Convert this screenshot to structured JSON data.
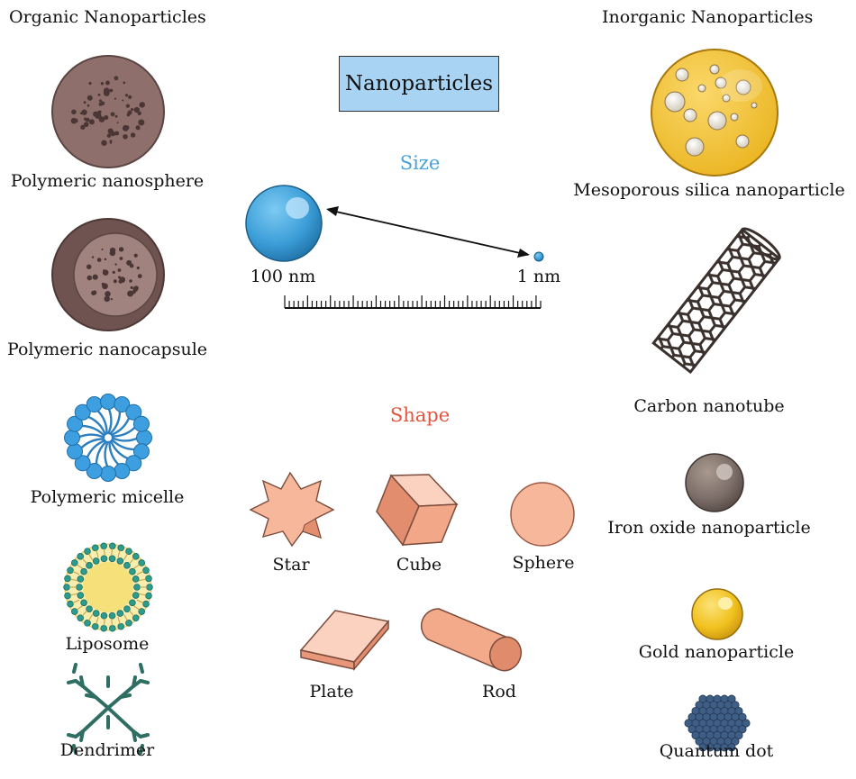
{
  "header": {
    "organic": "Organic Nanoparticles",
    "inorganic": "Inorganic Nanoparticles",
    "title": "Nanoparticles"
  },
  "size": {
    "heading": "Size",
    "large_label": "100 nm",
    "small_label": "1 nm"
  },
  "shape": {
    "heading": "Shape",
    "items": [
      "Star",
      "Cube",
      "Sphere",
      "Plate",
      "Rod"
    ]
  },
  "organic_items": [
    "Polymeric nanosphere",
    "Polymeric nanocapsule",
    "Polymeric micelle",
    "Liposome",
    "Dendrimer"
  ],
  "inorganic_items": [
    "Mesoporous silica nanoparticle",
    "Carbon nanotube",
    "Iron oxide nanoparticle",
    "Gold nanoparticle",
    "Quantum dot"
  ],
  "colors": {
    "size_heading": "#4aa3d8",
    "shape_heading": "#e2553f",
    "title_fill": "#a9d3f3",
    "polymer": "#8f6f6c",
    "micelle": "#3d9fe0",
    "liposome_core": "#f6e07a",
    "liposome_head": "#2b9c8e",
    "dendrimer": "#2e6e63",
    "silica": "#f3c22c",
    "iron_oxide": "#7d6f69",
    "gold": "#f1c21f",
    "quantum_dot": "#3f5e86",
    "shape_fill": "#f7b79b"
  }
}
